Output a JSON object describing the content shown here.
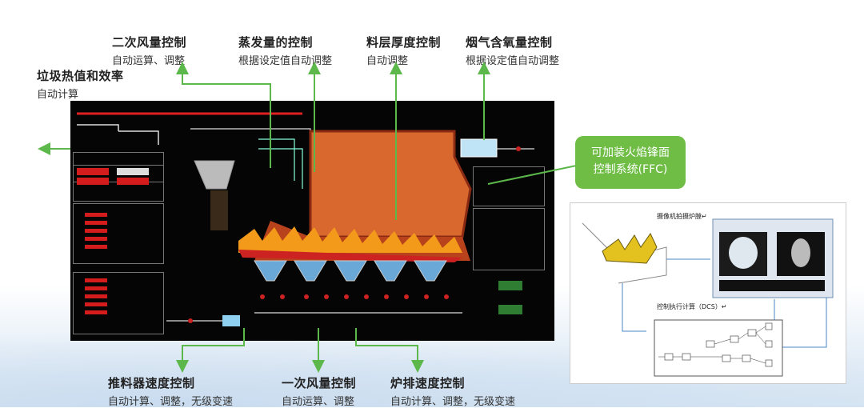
{
  "labels": {
    "secondary_air": {
      "title": "二次风量控制",
      "sub": "自动运算、调整"
    },
    "evaporation": {
      "title": "蒸发量的控制",
      "sub": "根据设定值自动调整"
    },
    "layer_thickness": {
      "title": "料层厚度控制",
      "sub": "自动调整"
    },
    "flue_oxygen": {
      "title": "烟气含氧量控制",
      "sub": "根据设定值自动调整"
    },
    "heat_value": {
      "title": "垃圾热值和效率",
      "sub": "自动计算"
    },
    "pusher_speed": {
      "title": "推料器速度控制",
      "sub": "自动计算、调整，无级变速"
    },
    "primary_air": {
      "title": "一次风量控制",
      "sub": "自动运算、调整"
    },
    "grate_speed": {
      "title": "炉排速度控制",
      "sub": "自动计算、调整，无级变速"
    }
  },
  "ffc": {
    "line1": "可加装火焰锋面",
    "line2": "控制系统(FFC)"
  },
  "inset": {
    "camera_caption": "摄像机拍摄炉膛↵",
    "dcs_caption": "控制执行计算（DCS）↵"
  },
  "colors": {
    "green_arrow": "#5cb84a",
    "panel_bg": "#050505",
    "furnace": "#d9682e",
    "ffc_bg": "#6fbd45"
  }
}
